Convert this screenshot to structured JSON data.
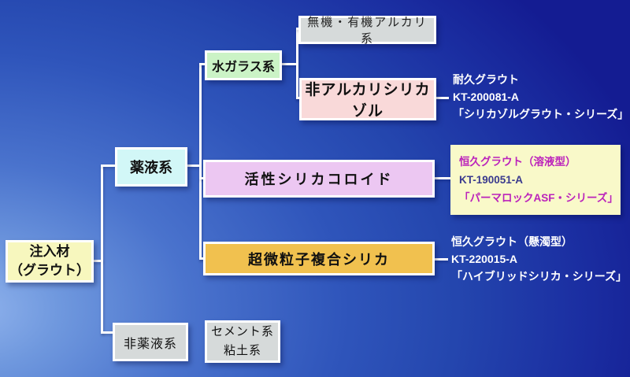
{
  "nodes": {
    "root_line1": "注入材",
    "root_line2": "（グラウト）",
    "chemical": "薬液系",
    "water_glass": "水ガラス系",
    "inorganic_organic_alkali": "無機・有機アルカリ系",
    "non_alkali_silica_sol": "非アルカリシリカゾル",
    "active_silica_colloid": "活性シリカコロイド",
    "ultra_fine_composite_silica": "超微粒子複合シリカ",
    "non_chemical": "非薬液系",
    "cement_line1": "セメント系",
    "cement_line2": "粘土系"
  },
  "annotations": {
    "durable_grout": {
      "product": "耐久グラウト",
      "code": "KT-200081-A",
      "series": "「シリカゾルグラウト・シリーズ」"
    },
    "permanent_grout_solution": {
      "product": "恒久グラウト（溶液型）",
      "code": "KT-190051-A",
      "series": "「パーマロックASF・シリーズ」"
    },
    "permanent_grout_suspension": {
      "product": "恒久グラウト（懸濁型）",
      "code": "KT-220015-A",
      "series": "「ハイブリッドシリカ・シリーズ」"
    }
  },
  "colors": {
    "background_light": "#8FB2EC",
    "background_dark": "#141C92",
    "root_bg": "#F7F7BE",
    "chemical_bg": "#D2F7F7",
    "water_glass_bg": "#CBF3C6",
    "gray_bg": "#D6DADA",
    "non_alkali_bg": "#F9D9D9",
    "active_colloid_bg": "#ECC7F2",
    "ultra_fine_bg": "#F1C14F",
    "annotation_card_bg": "#F9F9C9",
    "annotation_white_text": "#FFFFFF",
    "magenta_text": "#BB22BB",
    "code_navy_text": "#3A3A8E",
    "connector": "#FFFFFF"
  }
}
